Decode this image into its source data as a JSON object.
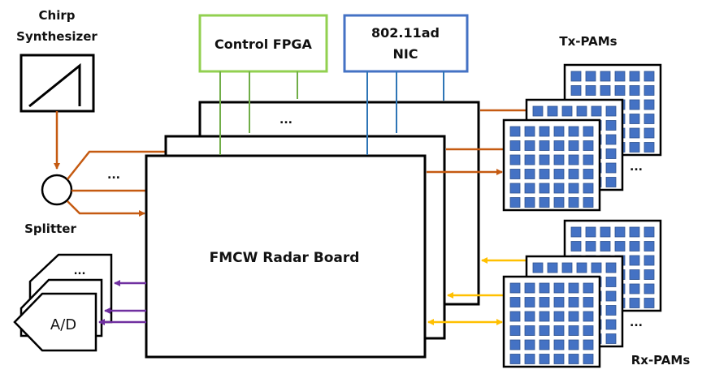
{
  "labels": {
    "chirp_line1": "Chirp",
    "chirp_line2": "Synthesizer",
    "splitter": "Splitter",
    "control_fpga": "Control FPGA",
    "nic_line1": "802.11ad",
    "nic_line2": "NIC",
    "radar_board": "FMCW Radar Board",
    "adc": "A/D",
    "tx_pams": "Tx-PAMs",
    "rx_pams": "Rx-PAMs",
    "ellipsis": "..."
  },
  "colors": {
    "chirp_signal": "#C55A11",
    "control": "#70AD47",
    "control_box": "#92D050",
    "nic": "#2E75B6",
    "nic_box": "#4472C4",
    "adc_signal": "#7030A0",
    "rx_signal": "#FFC000",
    "antenna": "#4472C4"
  },
  "pam_grid": {
    "rows": 6,
    "cols": 6
  }
}
